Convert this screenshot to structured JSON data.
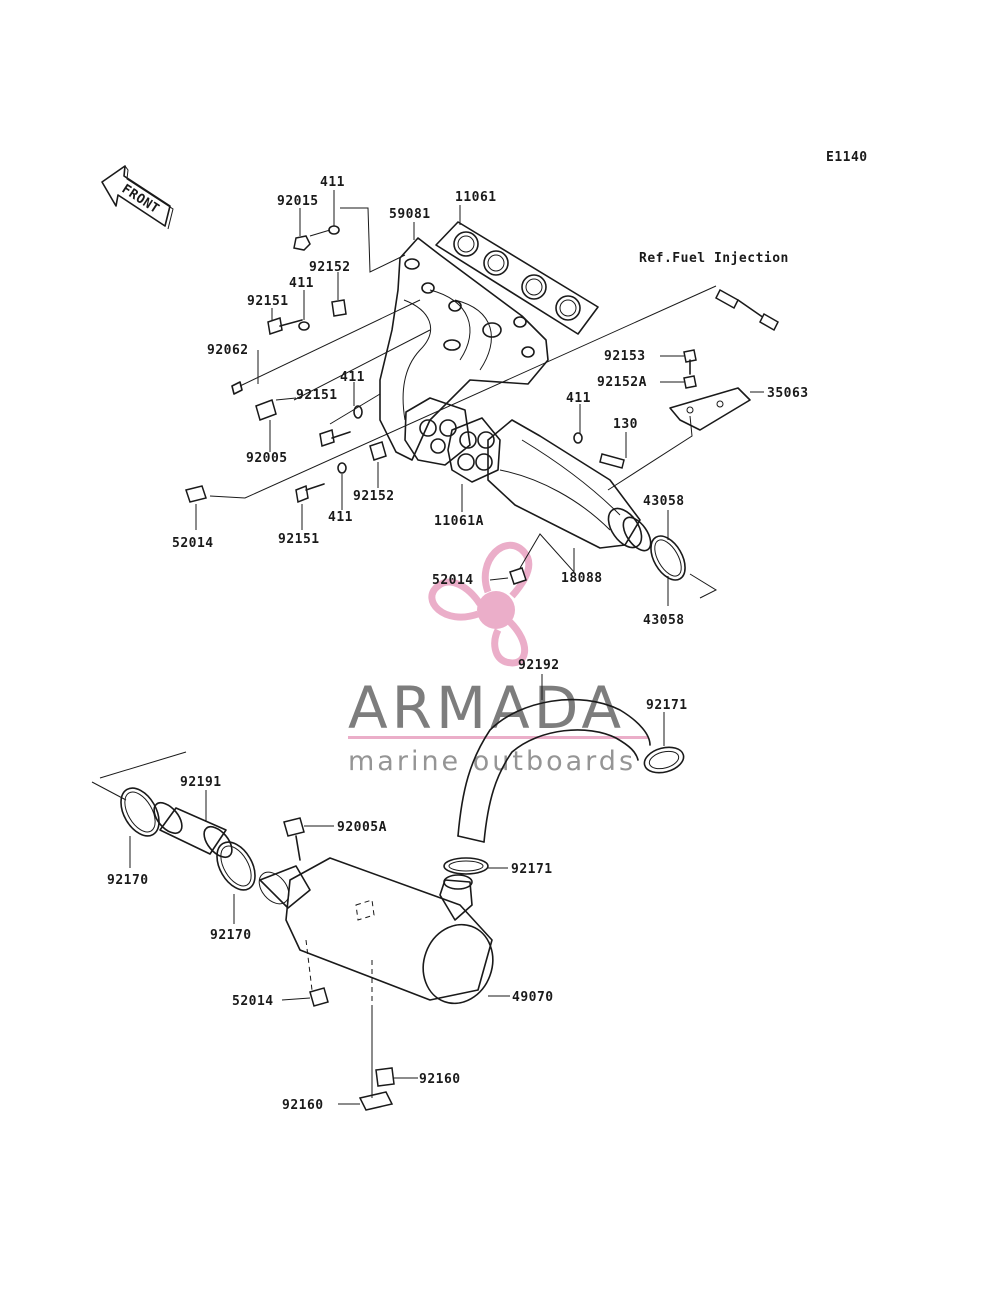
{
  "code": "E1140",
  "front_label": "FRONT",
  "ref_note": "Ref.Fuel Injection",
  "watermark": {
    "brand": "ARMADA",
    "tagline": "marine outboards",
    "color": "#e9a6c4"
  },
  "labels": {
    "l411a": "411",
    "l92015": "92015",
    "l59081": "59081",
    "l11061": "11061",
    "l92152a": "92152",
    "l411b": "411",
    "l92151a": "92151",
    "l92062": "92062",
    "l411c": "411",
    "l92151b": "92151",
    "l92005": "92005",
    "l52014a": "52014",
    "l92151c": "92151",
    "l411d": "411",
    "l92152b": "92152",
    "l11061A": "11061A",
    "l92153": "92153",
    "l92152A": "92152A",
    "l35063": "35063",
    "l411e": "411",
    "l130": "130",
    "l43058a": "43058",
    "l43058b": "43058",
    "l18088": "18088",
    "l52014b": "52014",
    "l92192": "92192",
    "l92171a": "92171",
    "l92191": "92191",
    "l92005A": "92005A",
    "l92170a": "92170",
    "l92170b": "92170",
    "l92171b": "92171",
    "l52014c": "52014",
    "l49070": "49070",
    "l92160a": "92160",
    "l92160b": "92160"
  }
}
